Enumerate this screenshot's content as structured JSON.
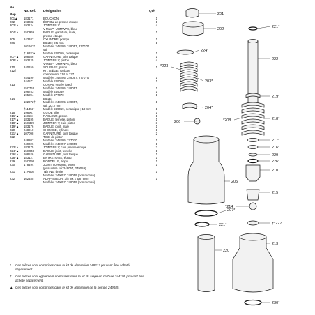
{
  "header": {
    "no": "No",
    "rep": "Rep.",
    "ref": "No. Réf.",
    "designation": "Désignation",
    "qty": "Qté"
  },
  "rows": [
    {
      "rep": "201▲",
      "ref": "183171",
      "des": "BOUCHON",
      "qty": "1"
    },
    {
      "rep": "202",
      "ref": "193032",
      "des": "ÉCROU de presse-étoupe",
      "qty": "1"
    },
    {
      "rep": "203*▲",
      "ref": "193124",
      "des": "JOINT EN V",
      "qty": "4"
    },
    {
      "rep": "",
      "ref": "",
      "des": "V-Max™ UHMWPE, bleu",
      "qty": ""
    },
    {
      "rep": "204*▲",
      "ref": "15C969",
      "des": "BAGUE, garniture, mâle,",
      "qty": "1"
    },
    {
      "rep": "",
      "ref": "",
      "des": "presse-étoupe",
      "qty": ""
    },
    {
      "rep": "205",
      "ref": "243347",
      "des": "CYLINDRE, pompe",
      "qty": "1"
    },
    {
      "rep": "206",
      "ref": "",
      "des": "BILLE ; 9,5 mm",
      "qty": "1"
    },
    {
      "rep": "",
      "ref": "101947*",
      "des": "Modèles 248205, 249057, 277070",
      "qty": ""
    },
    {
      "rep": "",
      "ref": "",
      "des": "ssi",
      "qty": ""
    },
    {
      "rep": "",
      "ref": "†16327•",
      "des": "Modèle 249059, céramique",
      "qty": "1"
    },
    {
      "rep": "207*▲",
      "ref": "108556",
      "des": "GARNITURE, joint torique",
      "qty": "1"
    },
    {
      "rep": "208*▲",
      "ref": "193125",
      "des": "JOINT EN V, piston",
      "qty": "4"
    },
    {
      "rep": "",
      "ref": "",
      "des": "V-Max™ UHMWPE, bleu",
      "qty": ""
    },
    {
      "rep": "210",
      "ref": "240150",
      "des": "SOUPAPE, piston",
      "qty": "1"
    },
    {
      "rep": "212†",
      "ref": "",
      "des": "KIT, SIÈGE, carbure",
      "qty": ""
    },
    {
      "rep": "",
      "ref": "",
      "des": "comprenant 214 et 227",
      "qty": ""
    },
    {
      "rep": "",
      "ref": "244199",
      "des": "Modèles 248205, 249057, 277070",
      "qty": "1"
    },
    {
      "rep": "",
      "ref": "244571",
      "des": "Modèle 249059",
      "qty": "1"
    },
    {
      "rep": "213",
      "ref": "",
      "des": "CORPS, entrée (pied)",
      "qty": ""
    },
    {
      "rep": "",
      "ref": "15C763",
      "des": "Modèles 248205, 249057",
      "qty": "1"
    },
    {
      "rep": "",
      "ref": "196753",
      "des": "Modèle 249059",
      "qty": "1"
    },
    {
      "rep": "",
      "ref": "195894",
      "des": "Modèle 277070",
      "qty": "1"
    },
    {
      "rep": "214",
      "ref": "",
      "des": "BILLE",
      "qty": ""
    },
    {
      "rep": "",
      "ref": "102972†",
      "des": "Modèles 248205, 249057,",
      "qty": "1"
    },
    {
      "rep": "",
      "ref": "",
      "des": "ssi ; 22,2 mm",
      "qty": ""
    },
    {
      "rep": "",
      "ref": "†11453•",
      "des": "Modèle 249059, céramique ; 19 mm",
      "qty": "1"
    },
    {
      "rep": "215",
      "ref": "196967",
      "des": "GUIDE bille",
      "qty": "1"
    },
    {
      "rep": "216*▲",
      "ref": "118504",
      "des": "RACLEUR, piston",
      "qty": "1"
    },
    {
      "rep": "217*▲",
      "ref": "183195",
      "des": "BAGUE, femelle, piston",
      "qty": "1"
    },
    {
      "rep": "218*▲",
      "ref": "15C329",
      "des": "JOINT EN V, cuir, piston",
      "qty": "3"
    },
    {
      "rep": "219*▲",
      "ref": "183176",
      "des": "BAGUE, joint, mâle",
      "qty": "1"
    },
    {
      "rep": "220",
      "ref": "248210",
      "des": "CHEMISE, cylindre",
      "qty": "1"
    },
    {
      "rep": "221*▲",
      "ref": "107098",
      "des": "GARNITURE, joint torique",
      "qty": "2"
    },
    {
      "rep": "222",
      "ref": "",
      "des": "TIGE de piston",
      "qty": ""
    },
    {
      "rep": "",
      "ref": "248207",
      "des": "Modèles 248205, 277070",
      "qty": "1"
    },
    {
      "rep": "",
      "ref": "249026",
      "des": "Modèles 249057, 249059",
      "qty": "1"
    },
    {
      "rep": "223*▲",
      "ref": "183175",
      "des": "JOINT EN V, cuir, presse-étoupe",
      "qty": "3"
    },
    {
      "rep": "224*▲",
      "ref": "15C948",
      "des": "BAGUE, joint, femelle",
      "qty": "1"
    },
    {
      "rep": "226*▲",
      "ref": "108526",
      "des": "GARNITURE, joint torique",
      "qty": "1"
    },
    {
      "rep": "228*▲",
      "ref": "183127",
      "des": "ENTRETOISE, écrou",
      "qty": "1"
    },
    {
      "rep": "229",
      "ref": "15C098",
      "des": "RONDELLE, appui",
      "qty": "1"
    },
    {
      "rep": "230",
      "ref": "178494",
      "des": "JOINT TORIQUE, Viton",
      "qty": "1"
    },
    {
      "rep": "",
      "ref": "",
      "des": "(pas utilisé sur 249057, 249059)",
      "qty": ""
    },
    {
      "rep": "231",
      "ref": "17A608",
      "des": "TÉTINE, droite",
      "qty": "1"
    },
    {
      "rep": "",
      "ref": "",
      "des": "Modèles 249057, 249059 (non montré)",
      "qty": ""
    },
    {
      "rep": "232",
      "ref": "162485",
      "des": "ADAPTATEUR, 3/8 ptx x 3/8 npsm",
      "qty": "1"
    },
    {
      "rep": "",
      "ref": "",
      "des": "Modèles 249057, 249059 (non montré)",
      "qty": ""
    }
  ],
  "notes": [
    {
      "mark": "*",
      "text": "Ces pièces sont comprises dans le kit de réparation 248213 pouvant être acheté séparément."
    },
    {
      "mark": "†",
      "text": "Ces pièces sont également comprises dans le kit du siège en carbure 244199 pouvant être acheté séparément."
    },
    {
      "mark": "▲",
      "text": "Ces pièces sont comprises dans le kit de réparation de la pompe 249189."
    }
  ],
  "callouts": {
    "c201": "201",
    "c202": "202",
    "c221a": "221*",
    "c224": "224*",
    "c222": "222",
    "c223": "*223",
    "c203": "203*",
    "c219": "219*",
    "c204": "204*",
    "c208": "*208",
    "c218": "218*",
    "c217": "217*",
    "c216": "216*",
    "c229": "229",
    "c226": "226*",
    "c210": "210",
    "c205": "205",
    "c215": "215",
    "c207": "207*",
    "c214": "†*214",
    "c206": "206",
    "c221b": "221*",
    "c227": "†*227",
    "c213": "213",
    "c220": "220",
    "c230": "230*"
  },
  "colors": {
    "ink": "#111111",
    "part": "#f2f2f2",
    "shade": "#c9c9c9"
  }
}
